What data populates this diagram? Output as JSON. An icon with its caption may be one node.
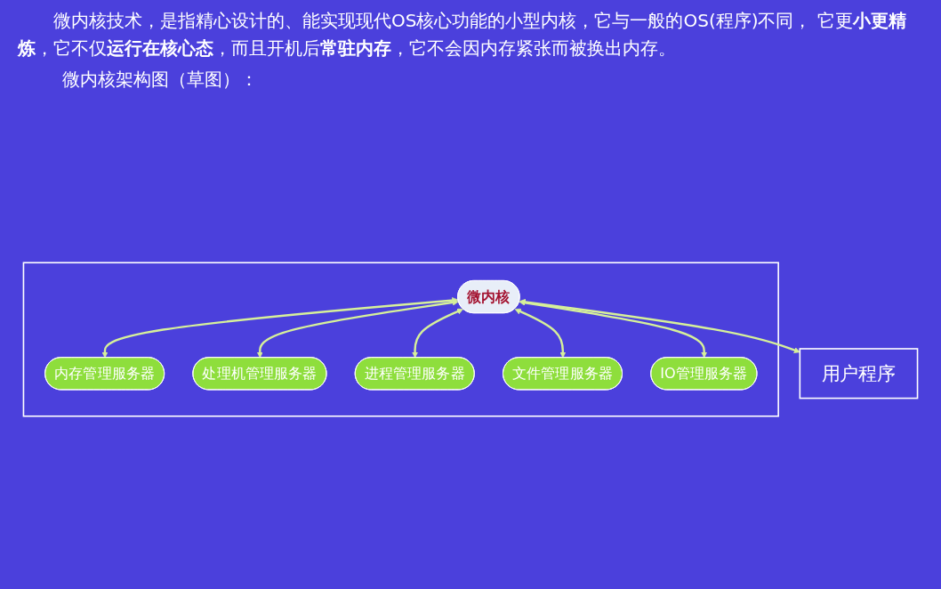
{
  "diagram": {
    "nodes": [
      {
        "text": [],
        "shape": "box"
      },
      {
        "text": [
          "内存管理服务器"
        ],
        "in": 0
      },
      {
        "text": [
          "处理机管理服务器"
        ],
        "in": 0
      },
      {
        "text": [
          "进程管理服务器"
        ],
        "in": 0
      },
      {
        "text": [
          "微内核"
        ],
        "in": 0
      },
      {
        "text": [
          "文件管理服务器"
        ],
        "in": 0
      },
      {
        "text": [
          "IO管理服务器"
        ],
        "in": 0
      },
      {
        "text": [
          "用户程序"
        ]
      }
    ],
    "edges": [
      {
        "from": 4,
        "to": 1,
        "arrow": "both"
      },
      {
        "from": 4,
        "to": 2,
        "arrow": "both"
      },
      {
        "from": 4,
        "to": 3,
        "arrow": "both"
      },
      {
        "from": 4,
        "to": 5,
        "arrow": "both"
      },
      {
        "from": 4,
        "to": 6,
        "arrow": "both"
      },
      {
        "from": 4,
        "to": 7,
        "arrow": "both"
      }
    ],
    "labels": [
      "微内核技术，是指精心设计的、能实现现代OS核心功能的小型内核，它与一般的OS(程序)不同， 它更**小更精炼**，它不仅**运行在核心态**，而且开机后**常驻内存**，它不会因内存紧张而被换出内存。",
      "微内核架构图（草图）："
    ]
  }
}
